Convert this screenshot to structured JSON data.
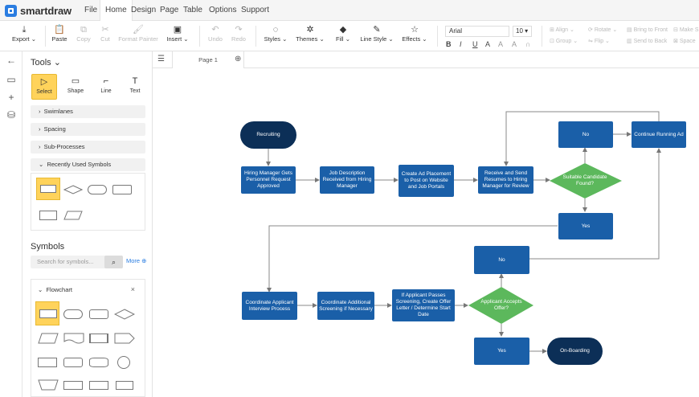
{
  "app": {
    "brand": "smartdraw"
  },
  "menu": [
    "File",
    "Home",
    "Design",
    "Page",
    "Table",
    "Options",
    "Support"
  ],
  "ribbon": {
    "export": "Export",
    "paste": "Paste",
    "copy": "Copy",
    "cut": "Cut",
    "format_painter": "Format Painter",
    "insert": "Insert",
    "undo": "Undo",
    "redo": "Redo",
    "styles": "Styles",
    "themes": "Themes",
    "fill": "Fill",
    "line_style": "Line Style",
    "effects": "Effects",
    "font": "Arial",
    "font_size": "10",
    "bold": "B",
    "italic": "I",
    "underline": "U",
    "align": "Align",
    "group": "Group",
    "rotate": "Rotate",
    "flip": "Flip",
    "bring_to_front": "Bring to Front",
    "send_to_back": "Send to Back",
    "make_same": "Make S",
    "space": "Space"
  },
  "tools": {
    "title": "Tools",
    "items": [
      "Select",
      "Shape",
      "Line",
      "Text"
    ],
    "sections": [
      "Swimlanes",
      "Spacing",
      "Sub-Processes",
      "Recently Used Symbols"
    ]
  },
  "symbols": {
    "title": "Symbols",
    "search_placeholder": "Search for symbols...",
    "more": "More",
    "library": "Flowchart"
  },
  "page_tab": "Page 1",
  "flow": {
    "recruiting": "Recruiting",
    "hm_request": "Hiring Manager Gets Personnel Request Approved",
    "job_desc": "Job Description Received from Hiring Manager",
    "create_ad": "Create Ad Placement to Post on Website and Job Portals",
    "receive": "Receive and Send Resumes to Hiring Manager for Review",
    "suitable": "Suitable Candidate Found?",
    "no1": "No",
    "continue_ad": "Continue Running Ad",
    "yes1": "Yes",
    "coordinate_interview": "Coordinate Applicant Interview Process",
    "coordinate_screening": "Coordinate Additional Screening if Necessary",
    "offer": "If Applicant Passes Screening, Create Offer Letter / Determine Start Date",
    "accepts": "Applicant Accepts Offer?",
    "no2": "No",
    "yes2": "Yes",
    "onboarding": "On-Boarding"
  },
  "colors": {
    "node": "#1a5fa8",
    "terminal": "#0c2f57",
    "decision": "#5cb85c",
    "accent": "#2a7de1"
  }
}
